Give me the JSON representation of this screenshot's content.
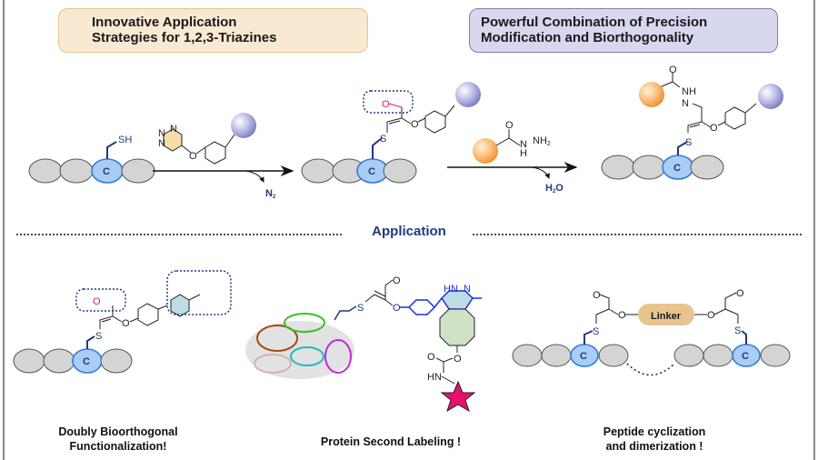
{
  "header": {
    "left_title_line1": "Innovative Application",
    "left_title_line2": "Strategies for 1,2,3-Triazines",
    "right_title_line1": "Powerful Combination of Precision",
    "right_title_line2": "Modification and Biorthogonality"
  },
  "reaction": {
    "step1_byproduct": "N",
    "step1_byproduct_sub": "2",
    "step2_byproduct": "H",
    "step2_byproduct_sub": "2",
    "step2_byproduct_tail": "O",
    "cysteine_label": "C",
    "thiol_label": "SH",
    "sulfur_label": "S",
    "oxygen_label": "O",
    "nitrogen_label": "N",
    "nh_label": "NH",
    "nh2_label": "NH",
    "nh2_sub": "2",
    "h_label": "H"
  },
  "section": {
    "application_label": "Application"
  },
  "applications": [
    {
      "caption_line1": "Doubly Bioorthogonal",
      "caption_line2": "Functionalization!"
    },
    {
      "caption_line1": "Protein Second Labeling !",
      "caption_line2": ""
    },
    {
      "caption_line1": "Peptide cyclization",
      "caption_line2": "and dimerization !"
    }
  ],
  "labels": {
    "linker": "Linker",
    "hn_pyridazine": "HN",
    "n_pyridazine": "N",
    "hn_carbamate": "HN"
  },
  "colors": {
    "peptide_bead": "#d4d4d4",
    "cysteine_bead": "#a9cdf5",
    "cysteine_border": "#2f7fd8",
    "aldehyde_oxygen": "#e0147a",
    "payload_purple": "#8f8fcf",
    "payload_orange": "#f4a24a",
    "triazine_fill": "#f6dca8",
    "tetrazine_fill": "#bcdde3",
    "dark_blue": "#1f3a7a",
    "linker_fill": "#e8c48f",
    "star_pink": "#e8106e"
  }
}
